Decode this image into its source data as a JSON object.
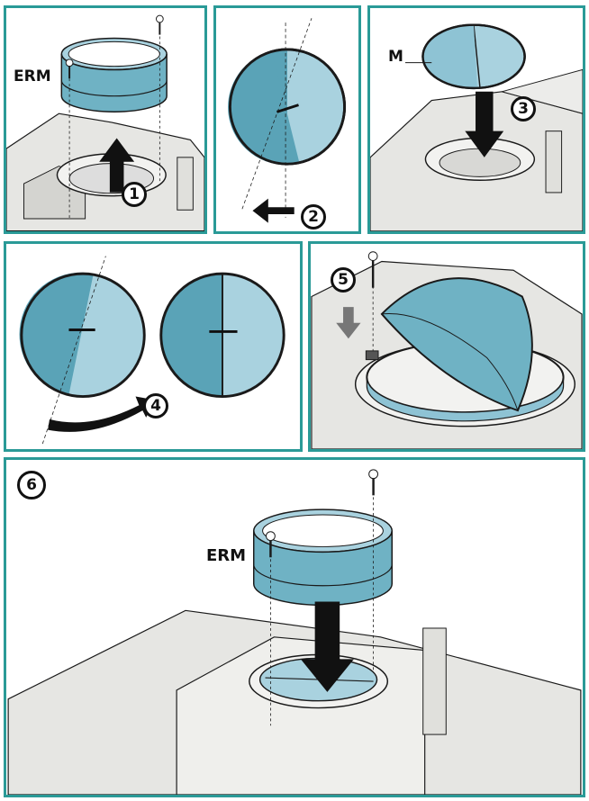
{
  "labels": {
    "erm_1": "ERM",
    "m": "M",
    "erm_6": "ERM"
  },
  "steps": [
    "1",
    "2",
    "3",
    "4",
    "5",
    "6"
  ],
  "colors": {
    "frame": "#2a9a97",
    "blade_dark": "#5aa3b7",
    "blade_light": "#a9d2df",
    "housing": "#e6e6e3",
    "outline": "#1a1a1a"
  }
}
